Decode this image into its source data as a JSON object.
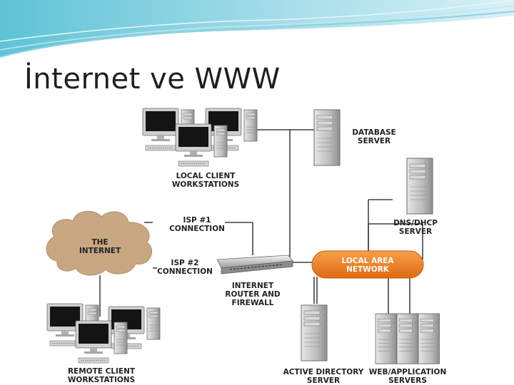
{
  "slide": {
    "title": "İnternet ve WWW"
  },
  "diagram": {
    "local_clients": {
      "line1": "LOCAL CLIENT",
      "line2": "WORKSTATIONS"
    },
    "database": {
      "line1": "DATABASE",
      "line2": "SERVER"
    },
    "dns": {
      "line1": "DNS/DHCP",
      "line2": "SERVER"
    },
    "isp1": {
      "line1": "ISP #1",
      "line2": "CONNECTION"
    },
    "isp2": {
      "line1": "ISP #2",
      "line2": "CONNECTION"
    },
    "internet": {
      "line1": "THE",
      "line2": "INTERNET"
    },
    "lan": {
      "line1": "LOCAL AREA",
      "line2": "NETWORK"
    },
    "router": {
      "line1": "INTERNET",
      "line2": "ROUTER AND",
      "line3": "FIREWALL"
    },
    "remote_clients": {
      "line1": "REMOTE CLIENT",
      "line2": "WORKSTATIONS"
    },
    "active_directory": {
      "line1": "ACTIVE DIRECTORY",
      "line2": "SERVER"
    },
    "web_servers": {
      "line1": "WEB/APPLICATION",
      "line2": "SERVERS"
    }
  },
  "colors": {
    "lan_orange": "#ef7d1a",
    "cloud_tan": "#c8a782",
    "header_teal": "#3ab0c8"
  }
}
